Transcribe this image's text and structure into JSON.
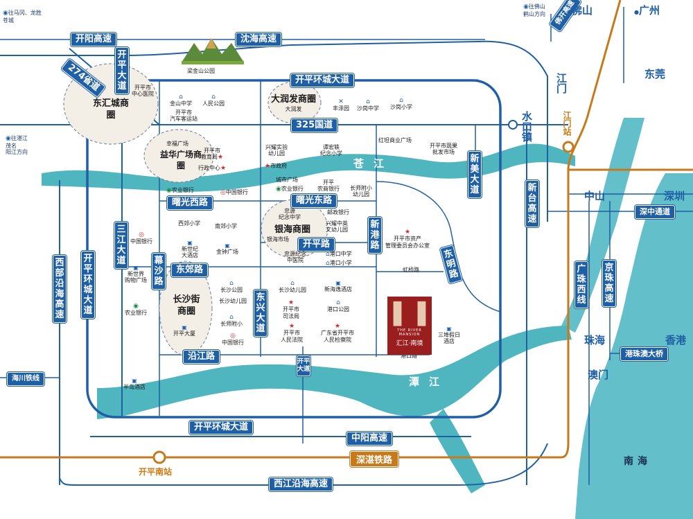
{
  "districts": {
    "donghui": "东汇城商圈",
    "yihua": "益华广场商圈",
    "darunfa": "大润发商圈",
    "daranfa_sub": "大润发",
    "yinhai": "银海商圈",
    "yinhai_sub": "银海市场",
    "changshajie": "长沙街商圈"
  },
  "roads": {
    "kaiyang": "开阳高速",
    "shenhai": "沈海高速",
    "r274": "274省道",
    "kaiping_avenue": "开平大道",
    "huancheng_north": "开平环城大道",
    "r325": "325国道",
    "shuguang_west": "曙光西路",
    "shuguang_east": "曙光东路",
    "kaiping_road": "开平路",
    "xingang": "新港路",
    "dongming": "东明路",
    "xinmei": "新美大道",
    "xintai": "新台高速",
    "sanjiang": "三江大道",
    "musha": "幕沙路",
    "dongjiao": "东郊路",
    "yanjiang": "沿江路",
    "dongxing": "东兴大道",
    "kaiping_ave_south": "开平大道",
    "huancheng_west": "开平环城大道",
    "huancheng_south": "开平环城大道",
    "xibu": "西部沿海高速",
    "haichuan": "海川铁线",
    "zhongyang": "中阳高速",
    "shenzhan": "深湛铁路",
    "xijiang": "西江沿海高速",
    "foshan_kaiping": "佛开高速",
    "guangzhu_west": "广珠西线",
    "jinggang": "京珠高速",
    "shenzhong": "深中通道",
    "ganggangao": "港珠澳大桥"
  },
  "cities": {
    "foshan": "佛山",
    "guangzhou": "广州",
    "jiangmen": "江门",
    "dongguan": "东莞",
    "shuikou": "水口镇",
    "zhongshan": "中山",
    "shenzhen": "深圳",
    "zhuhai": "珠海",
    "xianggang": "香港",
    "aomen": "澳门"
  },
  "stations": {
    "jiangmen": "江门站",
    "kaiping_south": "开平南站"
  },
  "water": {
    "cangjiang": "苍江",
    "tanjiang": "潭江",
    "nanhai": "南海"
  },
  "directions": {
    "nw": "往马冈、龙胜\n苍城",
    "w": "往湛江\n茂名\n阳江方向",
    "ne": "往佛山\n鹤山方向"
  },
  "park": "梁金山公园",
  "pois": {
    "kaiping_hospital": "开平市\n中心医院",
    "jinshan_school": "金山中学",
    "renmin_park": "人民公园",
    "bus_station": "开平市\n汽车客运站",
    "fengze": "丰泽园",
    "shagang_middle": "沙岗中学",
    "shagang_primary": "沙岗小学",
    "xingfu_square": "幸福广场",
    "education_bureau": "开平市\n教育局",
    "admin_center": "行政中心",
    "xingyao": "兴耀实验\n幼儿园",
    "tanhong": "谭宏轶\n纪念小学",
    "city_gov": "市政府",
    "hongtan": "红坦商业广场",
    "market": "开平市蔬果\n批发市场",
    "agri_bank1": "农业银行",
    "boc1": "中国银行",
    "city_square": "城市广场",
    "agri_bank2": "农业银行",
    "kaiping_agri": "开平\n农商银行",
    "changshi_kg": "长师附小\n幼儿园",
    "xijiao": "西郊小学",
    "nanjiao": "南郊小学",
    "zhongyuan": "忠源\n纪念中学",
    "post_bank": "邮政银行",
    "xingli": "兴耀中英\n文幼儿园",
    "asset_center": "开平市资产\n管理委员会办公室",
    "boc2": "中国银行",
    "new_century": "新世纪\n大酒店",
    "jinzhong": "金钟广场",
    "zhongyuan_hospital": "忠源纪念\n中医院",
    "gangkou_middle": "港口中学",
    "gangkou_primary": "港口小学",
    "xinshiji_mall": "新世界\n购物广场",
    "hongqiao": "虹桥路",
    "changsha_park": "长沙公园",
    "changsha_kg": "长沙幼儿园",
    "changsha_kg2": "长沙幼儿园",
    "xinhaiyi": "新海逸酒店",
    "agri_bank3": "农业银行",
    "changshi_primary": "长师附小",
    "court_bureau": "开平市\n司法局",
    "gangkou_park": "港口公园",
    "kaiping_mansion": "开平大厦",
    "boc3": "中国银行",
    "people_court": "开平市\n人民法院",
    "procuratorate": "广东省开平市\n人民检察院",
    "sanbu": "三埠假日\n酒店",
    "gangkou_road": "港口路",
    "bandao": "半岛酒店"
  },
  "project": {
    "en": "THE RIVER MANSION",
    "cn": "汇江·南境"
  },
  "colors": {
    "road_blue": "#1e5fa6",
    "river": "#4fb5bf",
    "sea": "#63bfc9",
    "rail": "#c67a1c",
    "project_red": "#9a1e1e"
  }
}
